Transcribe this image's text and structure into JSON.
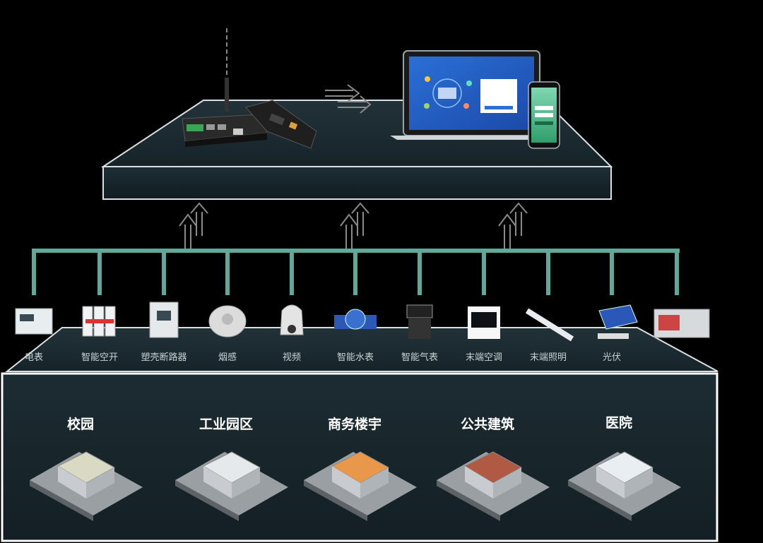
{
  "devices": [
    {
      "label": "电表",
      "icon": "electric-meter-icon"
    },
    {
      "label": "智能空开",
      "icon": "smart-breaker-icon"
    },
    {
      "label": "塑壳断路器",
      "icon": "molded-case-breaker-icon"
    },
    {
      "label": "烟感",
      "icon": "smoke-detector-icon"
    },
    {
      "label": "视频",
      "icon": "camera-icon"
    },
    {
      "label": "智能水表",
      "icon": "water-meter-icon"
    },
    {
      "label": "智能气表",
      "icon": "gas-meter-icon"
    },
    {
      "label": "末端空调",
      "icon": "thermostat-icon"
    },
    {
      "label": "末端照明",
      "icon": "light-tube-icon"
    },
    {
      "label": "光伏",
      "icon": "solar-panel-icon"
    },
    {
      "label": "",
      "icon": "storage-container-icon"
    }
  ],
  "scenarios": [
    {
      "label": "校园",
      "icon": "campus-buildings-icon"
    },
    {
      "label": "工业园区",
      "icon": "industrial-park-icon"
    },
    {
      "label": "商务楼宇",
      "icon": "office-towers-icon"
    },
    {
      "label": "公共建筑",
      "icon": "public-building-icon"
    },
    {
      "label": "医院",
      "icon": "hospital-icon"
    }
  ],
  "colors": {
    "platform_fill": "#1a2a30",
    "platform_edge": "#d9e1e3",
    "bus_line": "#5fa89a",
    "arrow": "#8a8a8a"
  }
}
